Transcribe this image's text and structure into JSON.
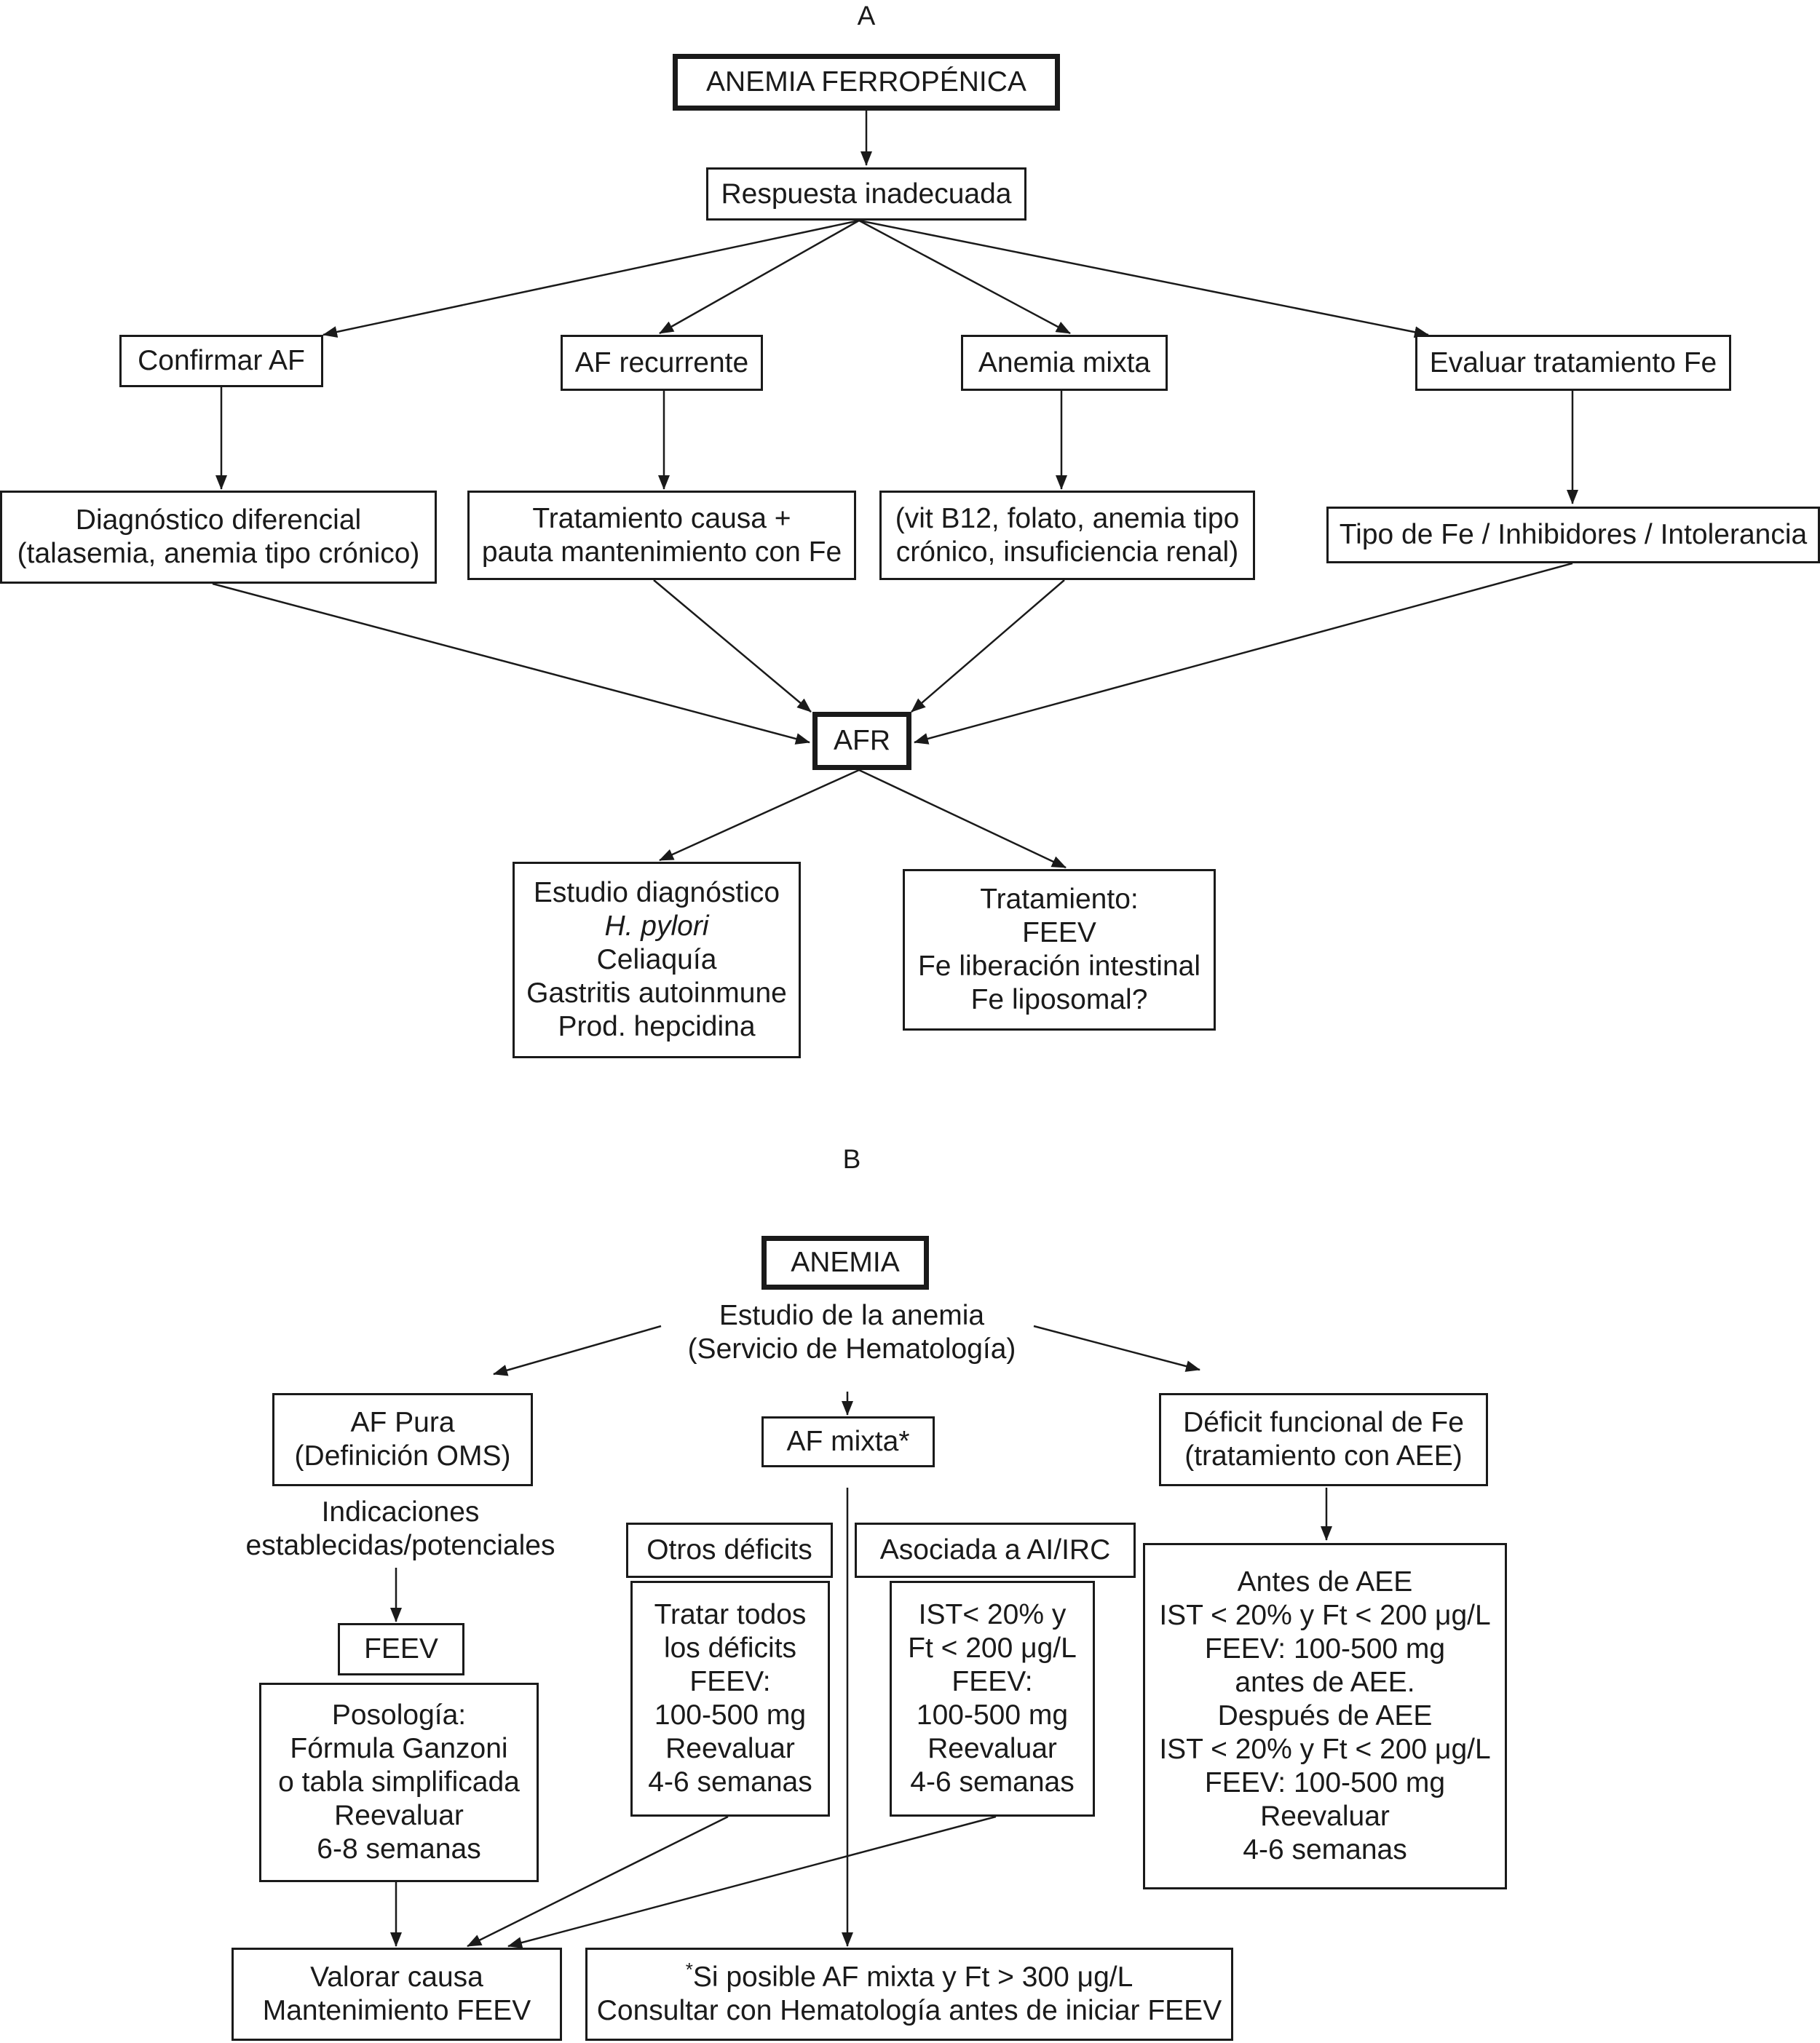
{
  "panel_a": {
    "label": "A",
    "root": "ANEMIA FERROPÉNICA",
    "response": "Respuesta inadecuada",
    "branches": [
      "Confirmar AF",
      "AF recurrente",
      "Anemia mixta",
      "Evaluar tratamiento Fe"
    ],
    "details": [
      [
        "Diagnóstico diferencial",
        "(talasemia, anemia tipo crónico)"
      ],
      [
        "Tratamiento causa +",
        "pauta mantenimiento con Fe"
      ],
      [
        "(vit B12, folato, anemia tipo",
        "crónico, insuficiencia renal)"
      ],
      [
        "Tipo de Fe / Inhibidores / Intolerancia"
      ]
    ],
    "afr": "AFR",
    "study": {
      "title": "Estudio diagnóstico",
      "items": [
        "H. pylori",
        "Celiaquía",
        "Gastritis autoinmune",
        "Prod. hepcidina"
      ]
    },
    "treatment": {
      "title": "Tratamiento:",
      "items": [
        "FEEV",
        "Fe liberación intestinal",
        "Fe liposomal?"
      ]
    }
  },
  "panel_b": {
    "label": "B",
    "root": "ANEMIA",
    "study": [
      "Estudio de la anemia",
      "(Servicio de Hematología)"
    ],
    "pure": {
      "title": [
        "AF Pura",
        "(Definición OMS)"
      ],
      "indications": [
        "Indicaciones",
        "establecidas/potenciales"
      ],
      "feev": "FEEV",
      "dosage": [
        "Posología:",
        "Fórmula Ganzoni",
        "o tabla simplificada",
        "Reevaluar",
        "6-8 semanas"
      ]
    },
    "mixed": {
      "title": "AF mixta*",
      "other_deficits": "Otros déficits",
      "other_deficits_detail": [
        "Tratar todos",
        "los déficits",
        "FEEV:",
        "100-500 mg",
        "Reevaluar",
        "4-6 semanas"
      ],
      "associated": "Asociada a AI/IRC",
      "associated_detail": [
        "IST< 20% y",
        "Ft < 200 μg/L",
        "FEEV:",
        "100-500 mg",
        "Reevaluar",
        "4-6 semanas"
      ]
    },
    "functional": {
      "title": [
        "Déficit funcional de Fe",
        "(tratamiento con AEE)"
      ],
      "detail": [
        "Antes de AEE",
        "IST < 20% y Ft < 200 μg/L",
        "FEEV: 100-500 mg",
        "antes de AEE.",
        "Después de AEE",
        "IST < 20% y Ft < 200 μg/L",
        "FEEV: 100-500 mg",
        "Reevaluar",
        "4-6 semanas"
      ]
    },
    "cause": [
      "Valorar causa",
      "Mantenimiento FEEV"
    ],
    "footnote": {
      "mark": "*",
      "lines": [
        "Si posible AF mixta y Ft > 300 μg/L",
        "Consultar con Hematología antes de iniciar FEEV"
      ]
    }
  },
  "colors": {
    "ink": "#1a1a1a",
    "background": "#ffffff"
  }
}
